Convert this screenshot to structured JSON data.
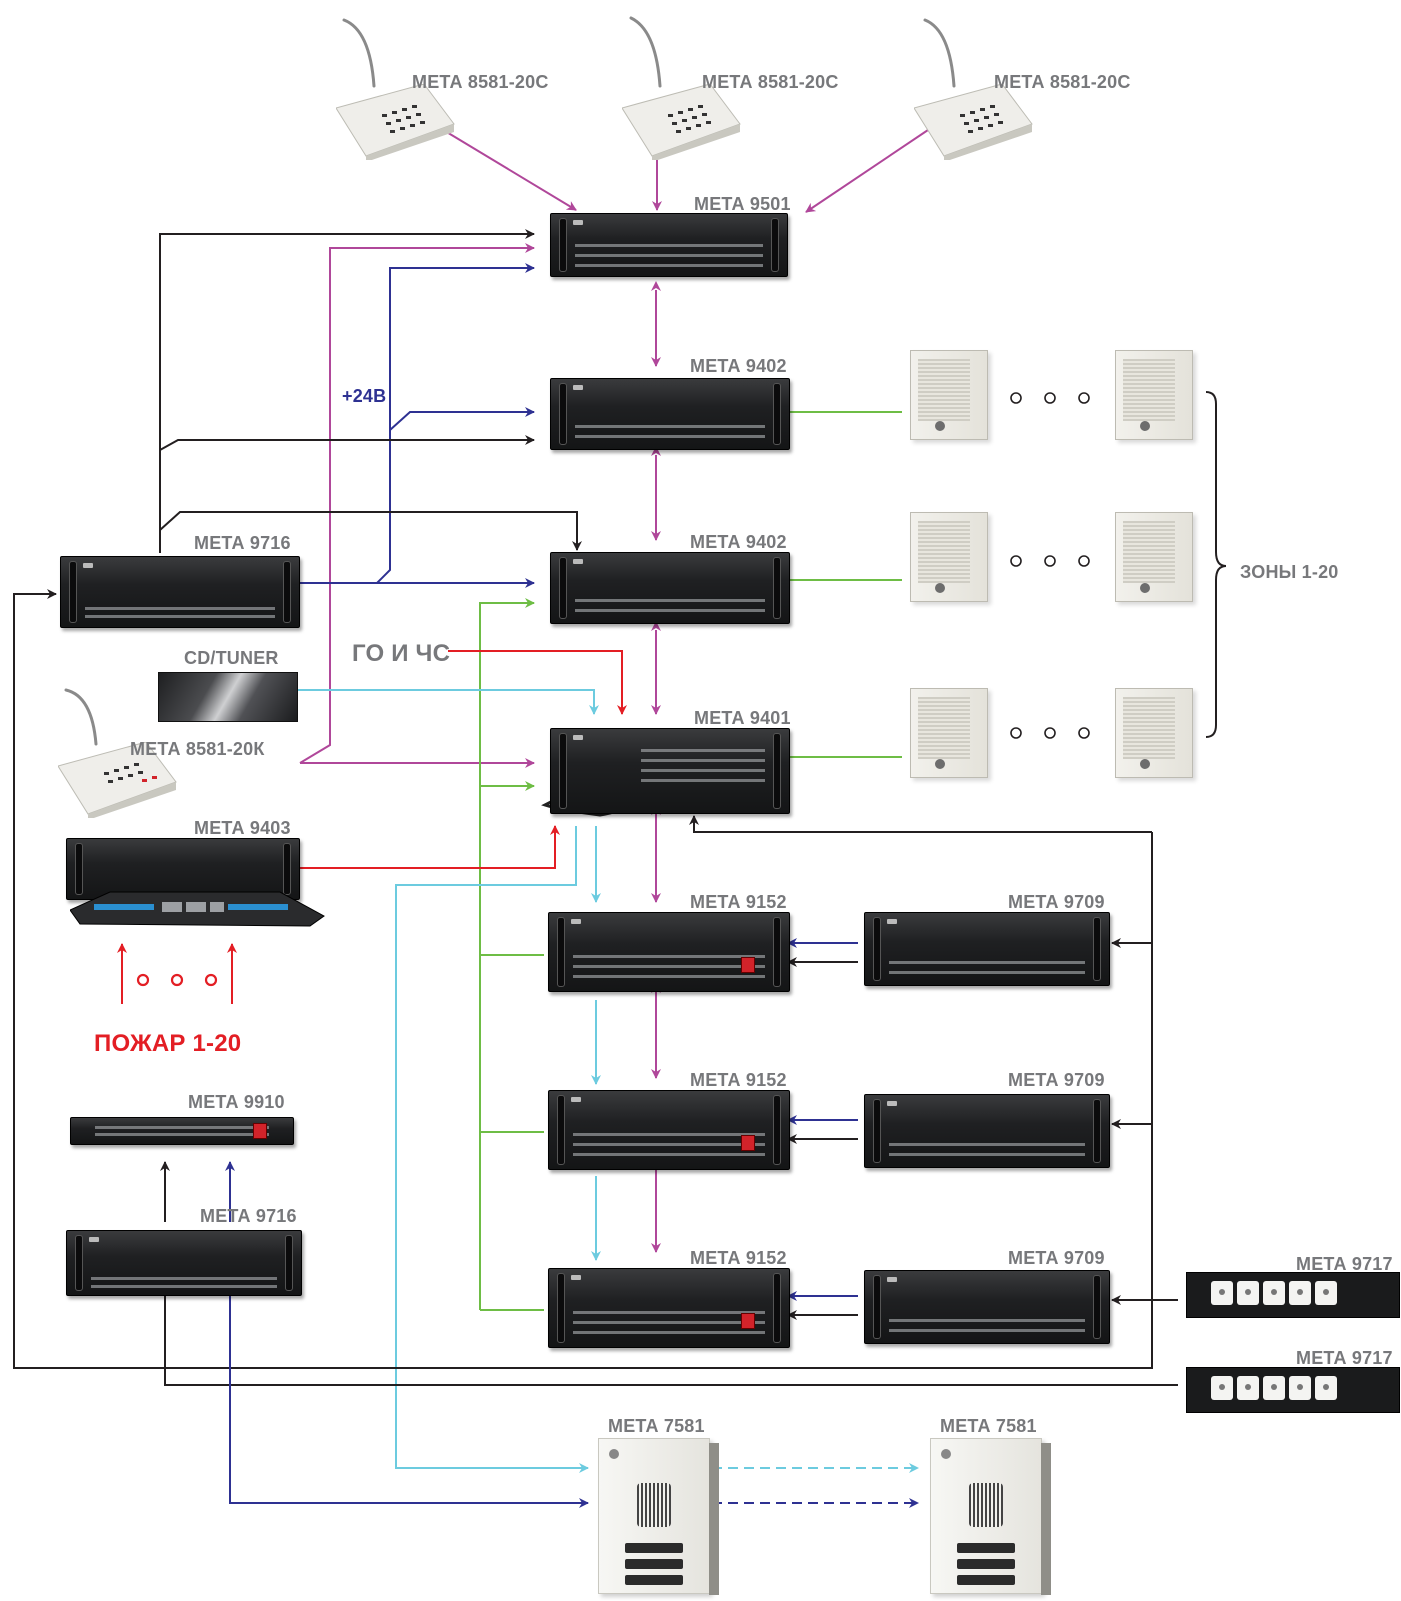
{
  "colors": {
    "magenta": "#b0479a",
    "navy": "#2e3192",
    "black": "#231f20",
    "green": "#6ebd45",
    "cyan": "#6ccbdf",
    "red": "#e31e24",
    "label_gray": "#77787b"
  },
  "labels": {
    "desk1": "МЕТА 8581-20С",
    "desk2": "МЕТА 8581-20С",
    "desk3": "МЕТА 8581-20С",
    "m9501": "МЕТА 9501",
    "m9402a": "МЕТА 9402",
    "m9402b": "МЕТА 9402",
    "m9401": "МЕТА 9401",
    "m9716a": "МЕТА 9716",
    "m9716b": "МЕТА 9716",
    "cdtuner": "CD/TUNER",
    "m8581k": "МЕТА 8581-20К",
    "m9403": "МЕТА 9403",
    "m9910": "МЕТА 9910",
    "m9152a": "МЕТА 9152",
    "m9152b": "МЕТА 9152",
    "m9152c": "МЕТА 9152",
    "m9709a": "МЕТА 9709",
    "m9709b": "МЕТА 9709",
    "m9709c": "МЕТА 9709",
    "m9717a": "МЕТА 9717",
    "m9717b": "МЕТА 9717",
    "m7581a": "МЕТА 7581",
    "m7581b": "МЕТА 7581",
    "plus24": "+24В",
    "go_chs": "ГО И ЧС",
    "zones": "ЗОНЫ 1-20",
    "fire": "ПОЖАР 1-20"
  }
}
